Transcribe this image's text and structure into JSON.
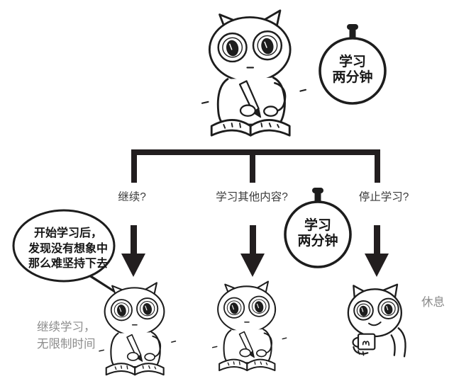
{
  "colors": {
    "background": "#ffffff",
    "ink": "#221e1f",
    "branch_label_text": "#3a3a3a",
    "bubble_text": "#161616",
    "timer_text": "#171717",
    "muted_label_text": "#8c8c8c"
  },
  "timers": [
    {
      "line1": "学习",
      "line2": "两分钟"
    },
    {
      "line1": "学习",
      "line2": "两分钟"
    }
  ],
  "branch_labels": {
    "left": "继续?",
    "middle": "学习其他内容?",
    "right": "停止学习?"
  },
  "speech_bubble": {
    "lines": [
      "开始学习后，",
      "发现没有想象中",
      "那么难坚持下去"
    ]
  },
  "outcome_labels": {
    "continue_line1": "继续学习，",
    "continue_line2": "无限制时间",
    "rest": "休息"
  },
  "icons": {
    "studying_cat": "cat-writing-in-open-book",
    "resting_cat": "cat-holding-mug",
    "stopwatch": "two-minute-timer-badge",
    "down_arrow": "thick-down-arrow",
    "speech_bubble": "ellipse-speech-balloon"
  }
}
